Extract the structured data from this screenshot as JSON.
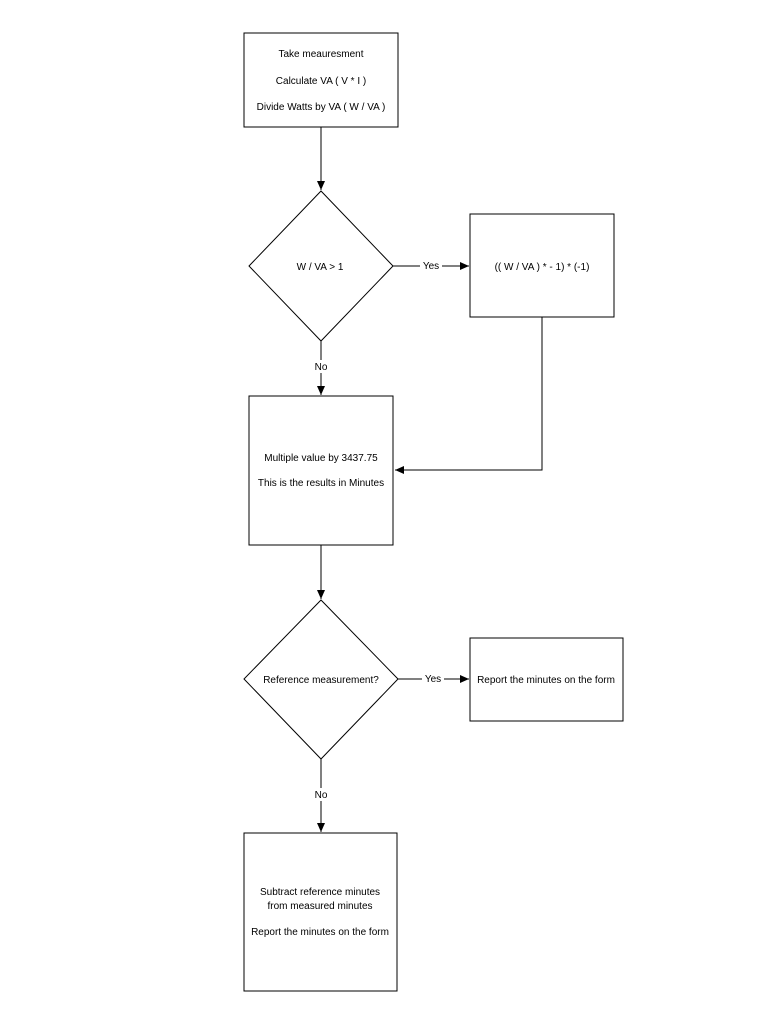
{
  "nodes": {
    "measure": {
      "lines": [
        "Take meauresment",
        "Calculate VA ( V * I )",
        "Divide Watts by VA ( W / VA )"
      ]
    },
    "decision_ratio": {
      "lines": [
        "W / VA > 1"
      ]
    },
    "invert": {
      "lines": [
        "(( W / VA ) * - 1) * (-1)"
      ]
    },
    "multiply": {
      "lines": [
        "Multiple value by 3437.75",
        "This is the results in Minutes"
      ]
    },
    "decision_reference": {
      "lines": [
        "Reference measurement?"
      ]
    },
    "report_reference": {
      "lines": [
        "Report the minutes on the form"
      ]
    },
    "subtract": {
      "lines": [
        "Subtract reference minutes",
        "from measured minutes",
        "Report the minutes on the form"
      ]
    }
  },
  "edges": {
    "ratio_yes": "Yes",
    "ratio_no": "No",
    "reference_yes": "Yes",
    "reference_no": "No"
  }
}
